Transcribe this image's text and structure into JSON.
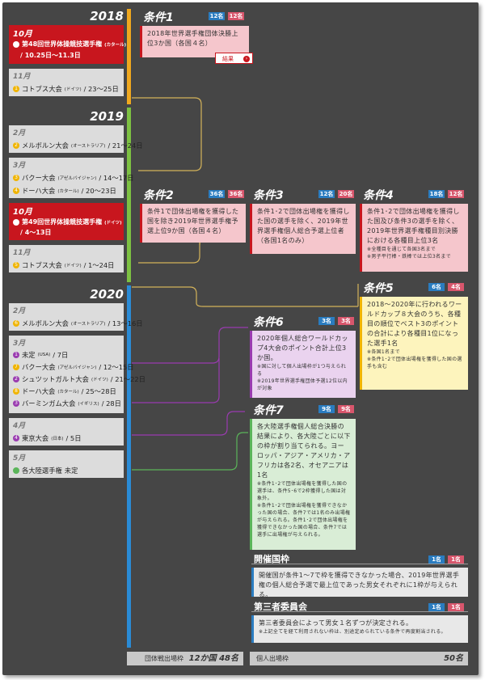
{
  "years": {
    "y2018": "2018",
    "y2019": "2019",
    "y2020": "2020"
  },
  "months": {
    "m2018_10": "10月",
    "m2018_11": "11月",
    "m2019_2": "2月",
    "m2019_3": "3月",
    "m2019_10": "10月",
    "m2019_11": "11月",
    "m2020_2": "2月",
    "m2020_3": "3月",
    "m2020_4": "4月",
    "m2020_5": "5月"
  },
  "events": {
    "wc48_name": "第48回世界体操競技選手権",
    "wc48_loc": "(カタール)",
    "wc48_date": "/ 10.25日～11.3日",
    "cottbus2018": "コトブス大会",
    "cottbus2018_loc": "(ドイツ)",
    "cottbus2018_date": "/ 23～25日",
    "melbourne2019": "メルボルン大会",
    "melbourne2019_loc": "(オーストラリア)",
    "melbourne2019_date": "/ 21～24日",
    "baku2019": "バクー大会",
    "baku2019_loc": "(アゼルバイジャン)",
    "baku2019_date": "/ 14～17日",
    "doha2019": "ドーハ大会",
    "doha2019_loc": "(カタール)",
    "doha2019_date": "/ 20～23日",
    "wc49_name": "第49回世界体操競技選手権",
    "wc49_loc": "(ドイツ)",
    "wc49_date": "/ 4～13日",
    "cottbus2019": "コトブス大会",
    "cottbus2019_loc": "(ドイツ)",
    "cottbus2019_date": "/ 1～24日",
    "melbourne2020": "メルボルン大会",
    "melbourne2020_loc": "(オーストラリア)",
    "melbourne2020_date": "/ 13～16日",
    "tbd2020": "未定",
    "tbd2020_loc": "(USA)",
    "tbd2020_date": "/ 7日",
    "baku2020": "バクー大会",
    "baku2020_loc": "(アゼルバイジャン)",
    "baku2020_date": "/ 12～15日",
    "stuttgart2020": "シュツットガルト大会",
    "stuttgart2020_loc": "(ドイツ)",
    "stuttgart2020_date": "/ 21～22日",
    "doha2020": "ドーハ大会",
    "doha2020_loc": "(カタール)",
    "doha2020_date": "/ 25～28日",
    "birmingham2020": "バーミンガム大会",
    "birmingham2020_loc": "(イギリス)",
    "birmingham2020_date": "/ 28日",
    "tokyo2020": "東京大会",
    "tokyo2020_loc": "(日本)",
    "tokyo2020_date": "/ 5日",
    "continental": "各大陸選手権",
    "continental_date": "未定"
  },
  "markers": {
    "n1": "1",
    "n2": "2",
    "n3": "3",
    "n4": "4",
    "n5": "5",
    "n6": "6",
    "n7": "7",
    "n8": "8"
  },
  "conditions": {
    "c1": {
      "title": "条件1",
      "b1": "12名",
      "b2": "12名",
      "text": "2018年世界選手権団体決勝上位3か国（各国４名）",
      "result": "結果",
      "arrow": "›"
    },
    "c2": {
      "title": "条件2",
      "b1": "36名",
      "b2": "36名",
      "text": "条件1で団体出場権を獲得した国を除き2019年世界選手権予選上位9か国（各国４名）"
    },
    "c3": {
      "title": "条件3",
      "b1": "12名",
      "b2": "20名",
      "text": "条件1･2で団体出場権を獲得した国の選手を除く、2019年世界選手権個人総合予選上位者",
      "text2": "（各国1名のみ）"
    },
    "c4": {
      "title": "条件4",
      "b1": "18名",
      "b2": "12名",
      "text": "条件1･2で団体出場権を獲得した国及び条件3の選手を除く、2019年世界選手権種目別決勝における各種目上位3名",
      "note1": "※全種目を通じて各国3名まで",
      "note2": "※男子平行棒・鉄棒では上位3名まで"
    },
    "c5": {
      "title": "条件5",
      "b1": "6名",
      "b2": "4名",
      "text": "2018～2020年に行われるワールドカップ８大会のうち、各種目の順位でベスト3のポイントの合計により各種目1位になった選手1名",
      "note1": "※各国1名まで",
      "note2": "※条件1･2で団体出場権を獲得した国の選手も含む"
    },
    "c6": {
      "title": "条件6",
      "b1": "3名",
      "b2": "3名",
      "text": "2020年個人総合ワールドカップ4大会のポイント合計上位3か国。",
      "note1": "※国に対して個人出場枠が1つ与えられる",
      "note2": "※2019年世界選手権団体予選12位以内が対象"
    },
    "c7": {
      "title": "条件7",
      "b1": "9名",
      "b2": "9名",
      "text": "各大陸選手権個人総合決勝の結果により、各大陸ごとに以下の枠が割り当てられる。ヨーロッパ・アジア・アメリカ・アフリカは各2名、オセアニアは1名",
      "note1": "※条件1･2で団体出場権を獲得した国の選手は、条件5･6で2枠獲得した国は対象外。",
      "note2": "※条件1･2で団体出場権を獲得できなかった国の場合、条件7では1名のみ出場権が与えられる。条件1･2で団体出場権を獲得できなかった国の場合、条件7では選手に出場権が与えられる。"
    },
    "host": {
      "title": "開催国枠",
      "b1": "1名",
      "b2": "1名",
      "text": "開催国が条件1～7で枠を獲得できなかった場合、2019年世界選手権の個人総合予選で最上位であった男女それぞれに1枠が与えられる。"
    },
    "third": {
      "title": "第三者委員会",
      "b1": "1名",
      "b2": "1名",
      "text": "第三者委員会によって男女１名ずつが決定される。",
      "note1": "※上記全てを経て利用されない枠は、別途定められている条件で再度割当される。"
    }
  },
  "footer": {
    "team_label": "団体戦出場枠",
    "team_num": "12か国 48名",
    "ind_label": "個人出場枠",
    "ind_num": "50名"
  },
  "colors": {
    "orange": "#f0a81e",
    "green": "#7dc142",
    "blue": "#2a8bd6",
    "red": "#c8161e",
    "yellow": "#f0b400",
    "purple": "#9a3bb0"
  }
}
